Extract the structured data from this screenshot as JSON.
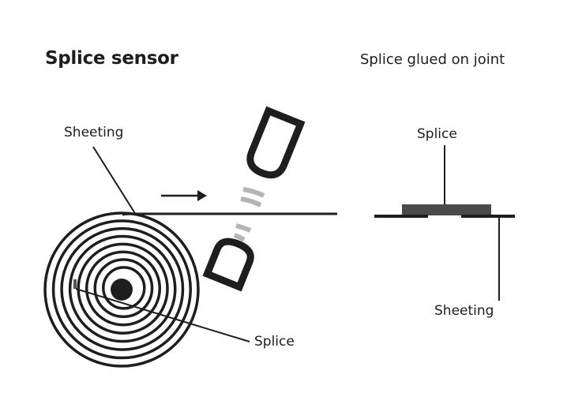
{
  "title": "Splice sensor",
  "subtitle": "Splice glued on joint",
  "labels": {
    "sheeting_left": "Sheeting",
    "splice_bottom": "Splice",
    "splice_right": "Splice",
    "sheeting_right": "Sheeting"
  },
  "colors": {
    "ink": "#1e1e1e",
    "signal_gray": "#b4b4b4",
    "splice_fill": "#4a4a4a"
  },
  "roll": {
    "turns": 8
  }
}
